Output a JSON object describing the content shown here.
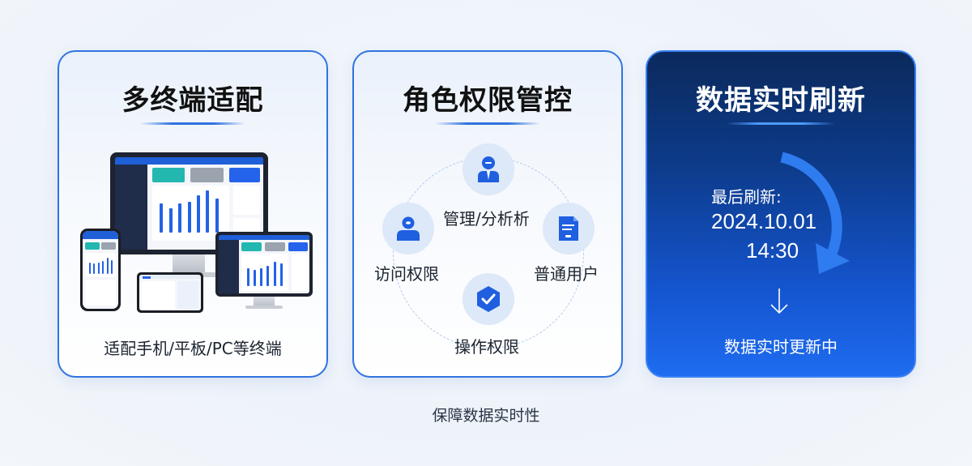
{
  "cards": [
    {
      "title": "多终端适配",
      "caption": "适配手机/平板/PC等终端",
      "illustration": "monitor-tablet-phone-laptop-dashboards"
    },
    {
      "title": "角色权限管控",
      "roles": [
        {
          "label": "管理/分析析",
          "icon": "manager-icon"
        },
        {
          "label": "普通用户",
          "icon": "document-icon"
        },
        {
          "label": "操作权限",
          "icon": "shield-check-icon"
        },
        {
          "label": "访问权限",
          "icon": "user-icon"
        }
      ]
    },
    {
      "title": "数据实时刷新",
      "last_refresh_label": "最后刷新:",
      "last_refresh_date": "2024.10.01",
      "last_refresh_time": "14:30",
      "caption": "数据实时更新中",
      "icons": [
        "refresh-arc-icon",
        "arrow-down-icon"
      ]
    }
  ],
  "footer": "保障数据实时性",
  "colors": {
    "accent": "#2f73e0",
    "icon_blue": "#1f5fe0",
    "node_bg": "#dde8f8",
    "dark_card_top": "#0b2a5c",
    "dark_card_bottom": "#1e6cf0",
    "kpi_teal": "#22b8b0",
    "kpi_gray": "#9aa3ae",
    "kpi_blue": "#2563eb"
  }
}
